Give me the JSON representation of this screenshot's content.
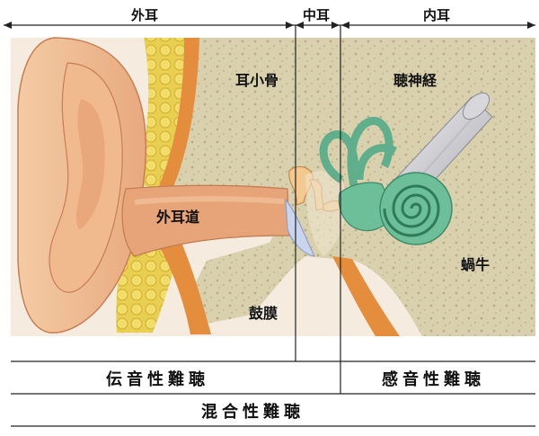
{
  "sections": {
    "outer": "外耳",
    "middle": "中耳",
    "inner": "内耳"
  },
  "anatomy": {
    "ossicles": "耳小骨",
    "auditory_nerve": "聴神経",
    "ear_canal": "外耳道",
    "cochlea": "蝸牛",
    "eardrum": "鼓膜"
  },
  "hearing_loss": {
    "conductive": "伝音性難聴",
    "sensorineural": "感音性難聴",
    "mixed": "混合性難聴"
  }
}
